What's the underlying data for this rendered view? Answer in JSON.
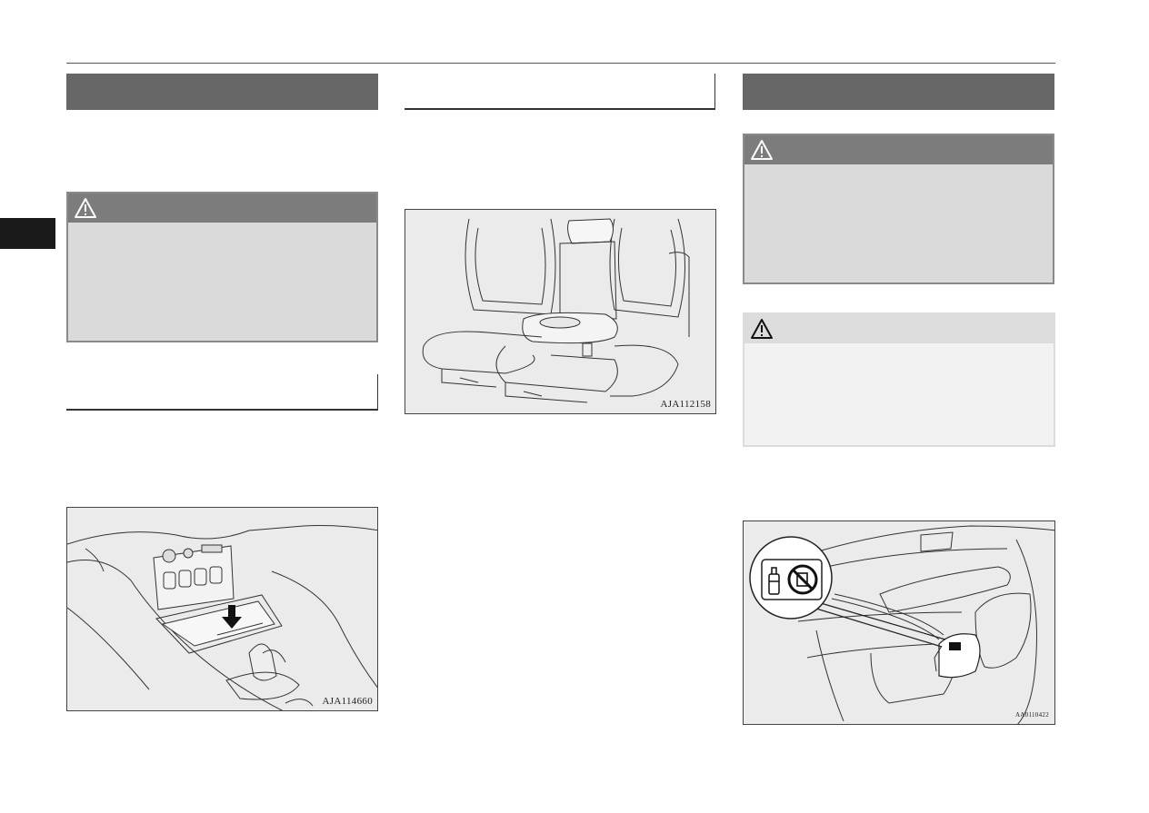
{
  "page": {
    "figures": {
      "center_console_tray": {
        "label": "AJA114660"
      },
      "rear_seat_armrest": {
        "label": "AJA112158"
      },
      "door_bottle_holder": {
        "label": "AA0110422"
      }
    },
    "icons": {
      "warning": "warning-triangle-icon",
      "note": "caution-triangle-icon",
      "down_arrow": "down-arrow-icon",
      "bottle": "bottle-icon",
      "no_cup": "no-cup-icon"
    },
    "colors": {
      "section_bar": "#676767",
      "warning_header": "#7c7c7c",
      "warning_body": "#dadada",
      "note_header": "#dcdcdc",
      "note_body": "#f2f2f2",
      "figure_bg": "#ebebeb"
    }
  }
}
